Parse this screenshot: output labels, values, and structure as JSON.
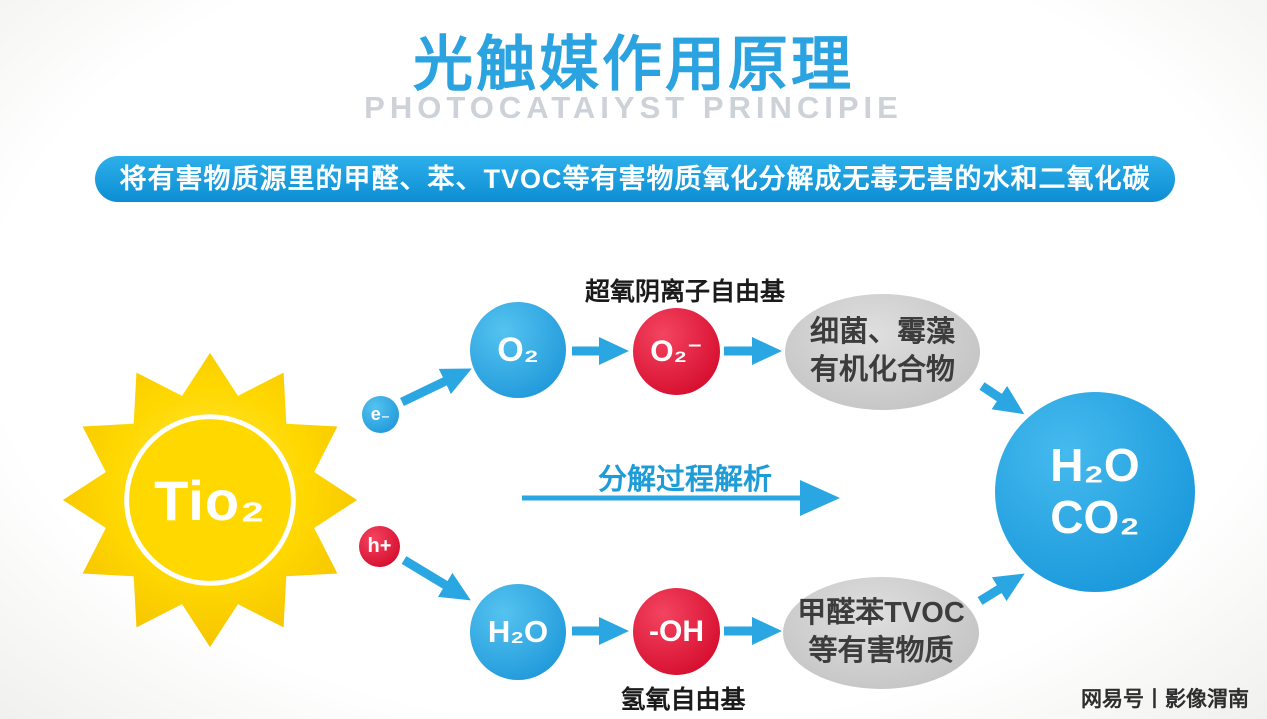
{
  "header": {
    "title": "光触媒作用原理",
    "subtitle": "PHOTOCATAIYST PRINCIPIE",
    "banner": "将有害物质源里的甲醛、苯、TVOC等有害物质氧化分解成无毒无害的水和二氧化碳"
  },
  "sun": {
    "label": "Tio₂"
  },
  "particles": {
    "electron": "e₋",
    "hole": "h+"
  },
  "top_path": {
    "label": "超氧阴离子自由基",
    "node1": "O₂",
    "node2": "O₂⁻",
    "result_line1": "细菌、霉藻",
    "result_line2": "有机化合物"
  },
  "middle": {
    "label": "分解过程解析"
  },
  "bottom_path": {
    "label": "氢氧自由基",
    "node1": "H₂O",
    "node2": "-OH",
    "result_line1": "甲醛苯TVOC",
    "result_line2": "等有害物质"
  },
  "output": {
    "line1": "H₂O",
    "line2": "CO₂"
  },
  "watermark": "网易号丨影像渭南",
  "colors": {
    "arrow_blue": "#2aa7e2",
    "node_blue": "#148fd5",
    "node_red": "#e2062c",
    "sun_yellow": "#ffd800",
    "ellipse_gray": "#c9c9c9",
    "title_blue": "#2aa3e0",
    "subtitle_gray": "#ccd2d8",
    "banner_blue": "#0d8dd4"
  }
}
